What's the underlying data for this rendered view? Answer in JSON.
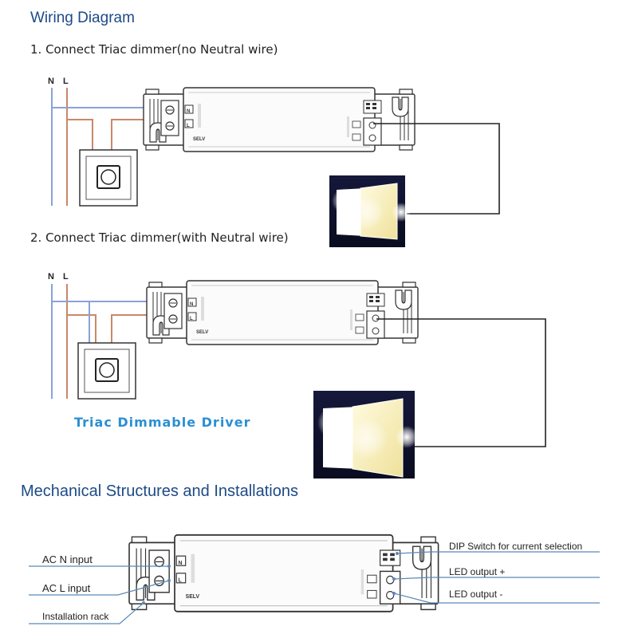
{
  "header": {
    "title": "Wiring Diagram"
  },
  "step1": {
    "title": "1. Connect Triac dimmer(no Neutral wire)",
    "n_label": "N",
    "l_label": "L"
  },
  "step2": {
    "title": "2. Connect Triac dimmer(with Neutral wire)",
    "n_label": "N",
    "l_label": "L",
    "product_label": "Triac Dimmable Driver"
  },
  "mechanical": {
    "title": "Mechanical Structures and Installations",
    "callouts": {
      "ac_n": "AC N input",
      "ac_l": "AC L input",
      "rack": "Installation rack",
      "dip": "DIP Switch for current selection",
      "led_pos": "LED output +",
      "led_neg": "LED output -"
    }
  },
  "driver": {
    "terminal_n": "N",
    "terminal_l": "L",
    "selv": "SELV"
  },
  "colors": {
    "heading": "#1d4a86",
    "neutral_wire": "#8aa2d6",
    "live_wire": "#c9886a",
    "brand": "#2b8fd3",
    "led_warm": "#f6eeb0"
  }
}
